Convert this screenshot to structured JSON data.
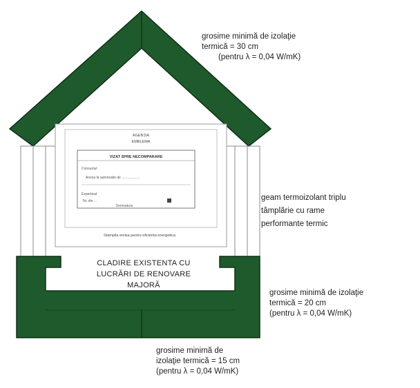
{
  "colors": {
    "insulation": "#1f5a2c",
    "wall_line": "#7a7a7a",
    "certificate_border": "#9a9a9a",
    "text": "#1e1e1e"
  },
  "roof_note": {
    "line1": "grosime minimă de izolaţie",
    "line2": "termică = 30 cm",
    "line3": "(pentru λ = 0,04 W/mK)"
  },
  "window_note": {
    "line1": "geam termoizolant triplu",
    "line2": "tâmplărie cu rame",
    "line3": "performante termic"
  },
  "wall_note": {
    "line1": "grosime minimă de izolaţie",
    "line2": "termică = 20 cm",
    "line3": "(pentru λ = 0,04 W/mK)"
  },
  "floor_note": {
    "line1": "grosime minimă de",
    "line2": "izolaţie termică = 15 cm",
    "line3": "(pentru λ = 0,04 W/mK)"
  },
  "building_label": {
    "line1": "CLADIRE EXISTENTA CU",
    "line2": "LUCRĂRI DE RENOVARE",
    "line3": "MAJORĂ"
  },
  "certificate": {
    "header1": "AGENŢIA",
    "header2": "EMBLEMA",
    "title": "VIZAT SPRE NECOMPARARE",
    "field1_label": "Consumul",
    "field1_value": "Anexa la autorizatie de ...................",
    "field2_label": "Expertizat",
    "field2_value": "Nr.            din              ...",
    "field3_value": "Semnatura",
    "footer": "Stampila emisa pentru eficienta energetica"
  }
}
